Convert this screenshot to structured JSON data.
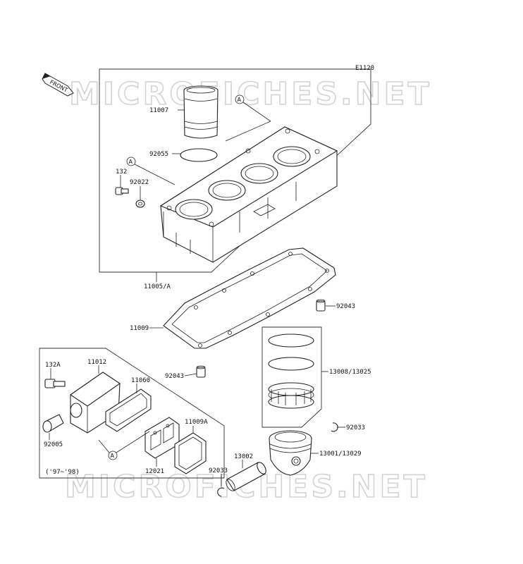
{
  "diagram_code": "E1120",
  "front_label": "FRONT",
  "watermark": "MICROFICHES.NET",
  "ref_mark": "A",
  "years_note": "('97~'98)",
  "labels": {
    "p11007": "11007",
    "p92055": "92055",
    "p132": "132",
    "p92022": "92022",
    "p11005A": "11005/A",
    "p92043a": "92043",
    "p11009": "11009",
    "p92043b": "92043",
    "p13008": "13008/13025",
    "p132A": "132A",
    "p11012": "11012",
    "p11060": "11060",
    "p11009A": "11009A",
    "p92005": "92005",
    "p12021": "12021",
    "p92033a": "92033",
    "p13001": "13001/13029",
    "p13002": "13002",
    "p92033b": "92033"
  }
}
